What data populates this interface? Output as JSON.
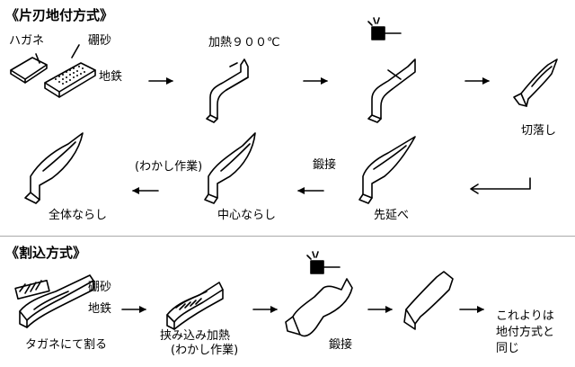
{
  "sections": {
    "kataha": {
      "title": "《片刃地付方式》",
      "labels": {
        "hagane": "ハガネ",
        "hosha": "硼砂",
        "jigane": "地鉄",
        "heat": "加熱９００℃",
        "cut": "切落し",
        "forge": "鍛接",
        "wakashi": "(わかし作業)",
        "tip_extend": "先延べ",
        "center_level": "中心ならし",
        "overall_level": "全体ならし"
      }
    },
    "warikomi": {
      "title": "《割込方式》",
      "labels": {
        "hosha": "硼砂",
        "jigane": "地鉄",
        "split": "タガネにて割る",
        "insert_heat": "挟み込み加熱",
        "wakashi": "(わかし作業)",
        "forge": "鍛接",
        "same_1": "これよりは",
        "same_2": "地付方式と",
        "same_3": "同じ"
      }
    }
  },
  "colors": {
    "ink": "#000000",
    "divider": "#aaaaaa"
  }
}
